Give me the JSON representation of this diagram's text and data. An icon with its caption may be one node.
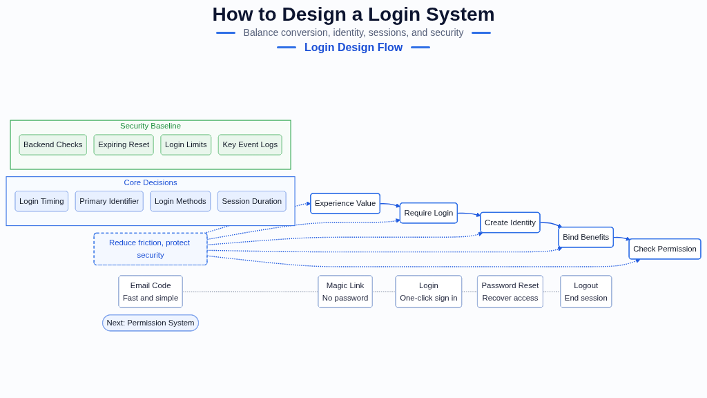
{
  "diagram": {
    "title": "How to Design a Login System",
    "nodes": [
      {
        "text": [
          "Core Decisions"
        ]
      },
      {
        "text": [
          "Login Timing"
        ],
        "in": 0
      },
      {
        "text": [
          "Primary Identifier"
        ],
        "in": 0
      },
      {
        "text": [
          "Login Methods"
        ],
        "in": 0
      },
      {
        "text": [
          "Session Duration"
        ],
        "in": 0
      },
      {
        "text": [
          "Experience Value"
        ]
      },
      {
        "text": [
          "Require Login"
        ]
      },
      {
        "text": [
          "Create Identity"
        ]
      },
      {
        "text": [
          "Bind Benefits"
        ]
      },
      {
        "text": [
          "Check Permission"
        ]
      },
      {
        "text": [
          "Reduce friction, protect security"
        ]
      },
      {
        "text": [
          "Security Baseline"
        ]
      },
      {
        "text": [
          "Backend Checks"
        ],
        "in": 11
      },
      {
        "text": [
          "Expiring Reset"
        ],
        "in": 11
      },
      {
        "text": [
          "Login Limits"
        ],
        "in": 11
      },
      {
        "text": [
          "Key Event Logs"
        ],
        "in": 11
      },
      {
        "text": [
          "Email Code",
          "Fast and simple"
        ]
      },
      {
        "text": [
          "Magic Link",
          "No password"
        ]
      },
      {
        "text": [
          "Login",
          "One-click sign in"
        ]
      },
      {
        "text": [
          "Password Reset",
          "Recover access"
        ]
      },
      {
        "text": [
          "Logout",
          "End session"
        ]
      },
      {
        "text": [
          "Next: Permission System"
        ]
      }
    ],
    "edges": [
      {
        "from": 5,
        "to": 6,
        "arrow": "to"
      },
      {
        "from": 6,
        "to": 7,
        "arrow": "to"
      },
      {
        "from": 7,
        "to": 8,
        "arrow": "to"
      },
      {
        "from": 8,
        "to": 9,
        "arrow": "to"
      },
      {
        "from": 10,
        "to": 5,
        "arrow": "to",
        "style": "dashed"
      },
      {
        "from": 10,
        "to": 6,
        "arrow": "to",
        "style": "dashed"
      },
      {
        "from": 10,
        "to": 7,
        "arrow": "to",
        "style": "dashed"
      },
      {
        "from": 10,
        "to": 8,
        "arrow": "to",
        "style": "dashed"
      },
      {
        "from": 10,
        "to": 9,
        "arrow": "to",
        "style": "dashed"
      },
      {
        "from": 16,
        "to": 17,
        "arrow": "none",
        "style": "dashed",
        "color": "#9aa3b5"
      },
      {
        "from": 17,
        "to": 18,
        "arrow": "none",
        "style": "dashed",
        "color": "#9aa3b5"
      },
      {
        "from": 18,
        "to": 19,
        "arrow": "none",
        "style": "dashed",
        "color": "#9aa3b5"
      },
      {
        "from": 19,
        "to": 20,
        "arrow": "none",
        "style": "dashed",
        "color": "#9aa3b5"
      }
    ],
    "labels": [
      "Balance conversion, identity, sessions, and security",
      "Login Design Flow"
    ]
  }
}
